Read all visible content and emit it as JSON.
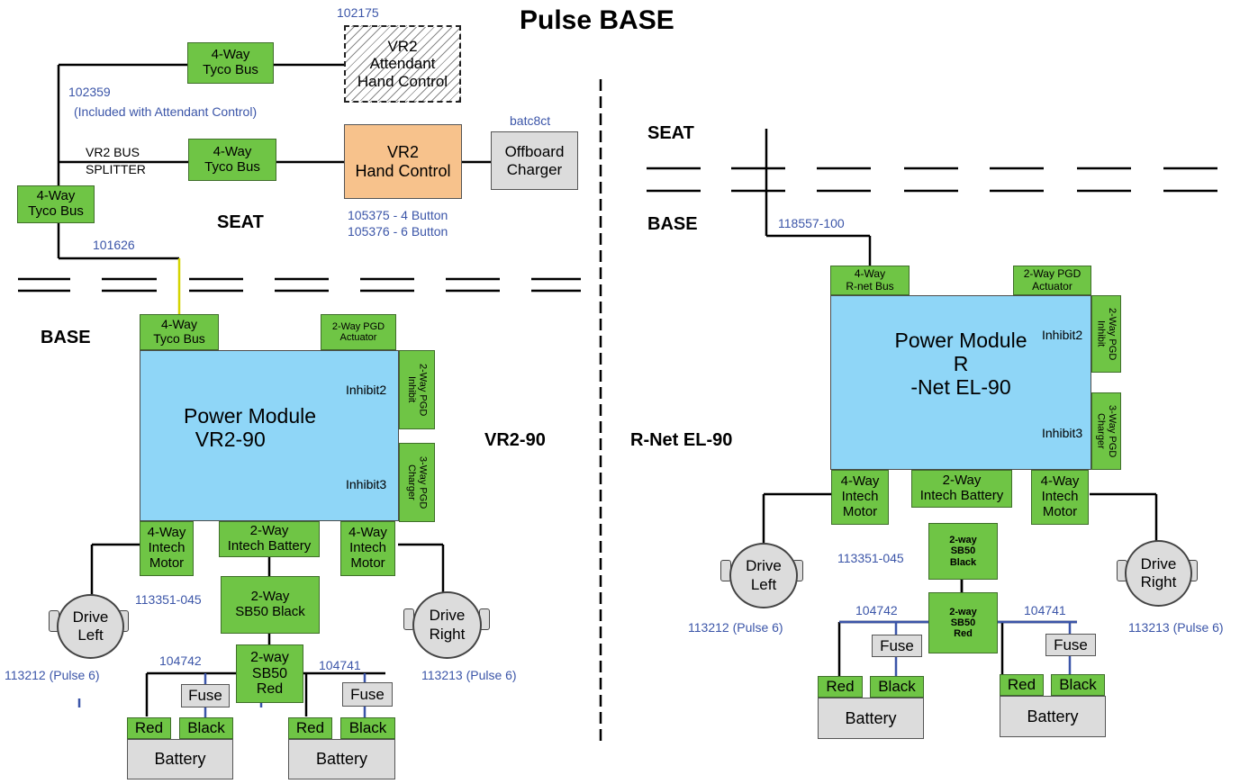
{
  "title": "Pulse BASE",
  "left": {
    "section_label": "VR2-90",
    "seat_label": "SEAT",
    "base_label": "BASE",
    "attendant_part": "102175",
    "attendant": "VR2\nAttendant\nHand Control",
    "tyco_top": "4-Way\nTyco Bus",
    "tyco_mid": "4-Way\nTyco Bus",
    "tyco_left": "4-Way\nTyco Bus",
    "tyco_base": "4-Way\nTyco Bus",
    "splitter_part": "102359",
    "splitter_note": "(Included with Attendant Control)",
    "splitter_label_1": "VR2 BUS",
    "splitter_label_2": "SPLITTER",
    "hand_control": "VR2\nHand Control",
    "hand_control_parts_1": "105375 - 4 Button",
    "hand_control_parts_2": "105376 - 6 Button",
    "charger_part": "batc8ct",
    "charger": "Offboard\nCharger",
    "cable_part": "101626",
    "pgd_actuator": "2-Way PGD\nActuator",
    "pgd_inhibit": "2-Way PGD\nInhibit",
    "pgd_charger": "3-Way PGD\nCharger",
    "inhibit2": "Inhibit2",
    "inhibit3": "Inhibit3",
    "power_module": "Power Module\n  VR2-90",
    "motor_left": "4-Way\nIntech\nMotor",
    "battery_conn": "2-Way\nIntech Battery",
    "motor_right": "4-Way\nIntech\nMotor",
    "sb50_black": "2-Way\nSB50 Black",
    "sb50_black_part": "113351-045",
    "sb50_red": "2-way\nSB50\nRed",
    "drive_left": "Drive\nLeft",
    "drive_right": "Drive\nRight",
    "drive_left_part": "113212 (Pulse 6)",
    "drive_right_part": "113213 (Pulse 6)",
    "harness_left": "104742",
    "harness_right": "104741",
    "fuse": "Fuse",
    "red": "Red",
    "black": "Black",
    "battery": "Battery"
  },
  "right": {
    "section_label": "R-Net EL-90",
    "seat_label": "SEAT",
    "base_label": "BASE",
    "cable_part": "118557-100",
    "rnet_bus": "4-Way\nR-net Bus",
    "pgd_actuator": "2-Way PGD\nActuator",
    "pgd_inhibit": "2-Way PGD\nInhibit",
    "pgd_charger": "3-Way PGD\nCharger",
    "inhibit2": "Inhibit2",
    "inhibit3": "Inhibit3",
    "power_module": "Power Module\nR\n-Net EL-90",
    "motor_left": "4-Way\nIntech\nMotor",
    "battery_conn": "2-Way\nIntech Battery",
    "motor_right": "4-Way\nIntech\nMotor",
    "sb50_black": "2-way\nSB50\nBlack",
    "sb50_black_part": "113351-045",
    "sb50_red": "2-way\nSB50\nRed",
    "drive_left": "Drive\nLeft",
    "drive_right": "Drive\nRight",
    "drive_left_part": "113212 (Pulse 6)",
    "drive_right_part": "113213 (Pulse 6)",
    "harness_left": "104742",
    "harness_right": "104741",
    "fuse": "Fuse",
    "red": "Red",
    "black": "Black",
    "battery": "Battery"
  }
}
